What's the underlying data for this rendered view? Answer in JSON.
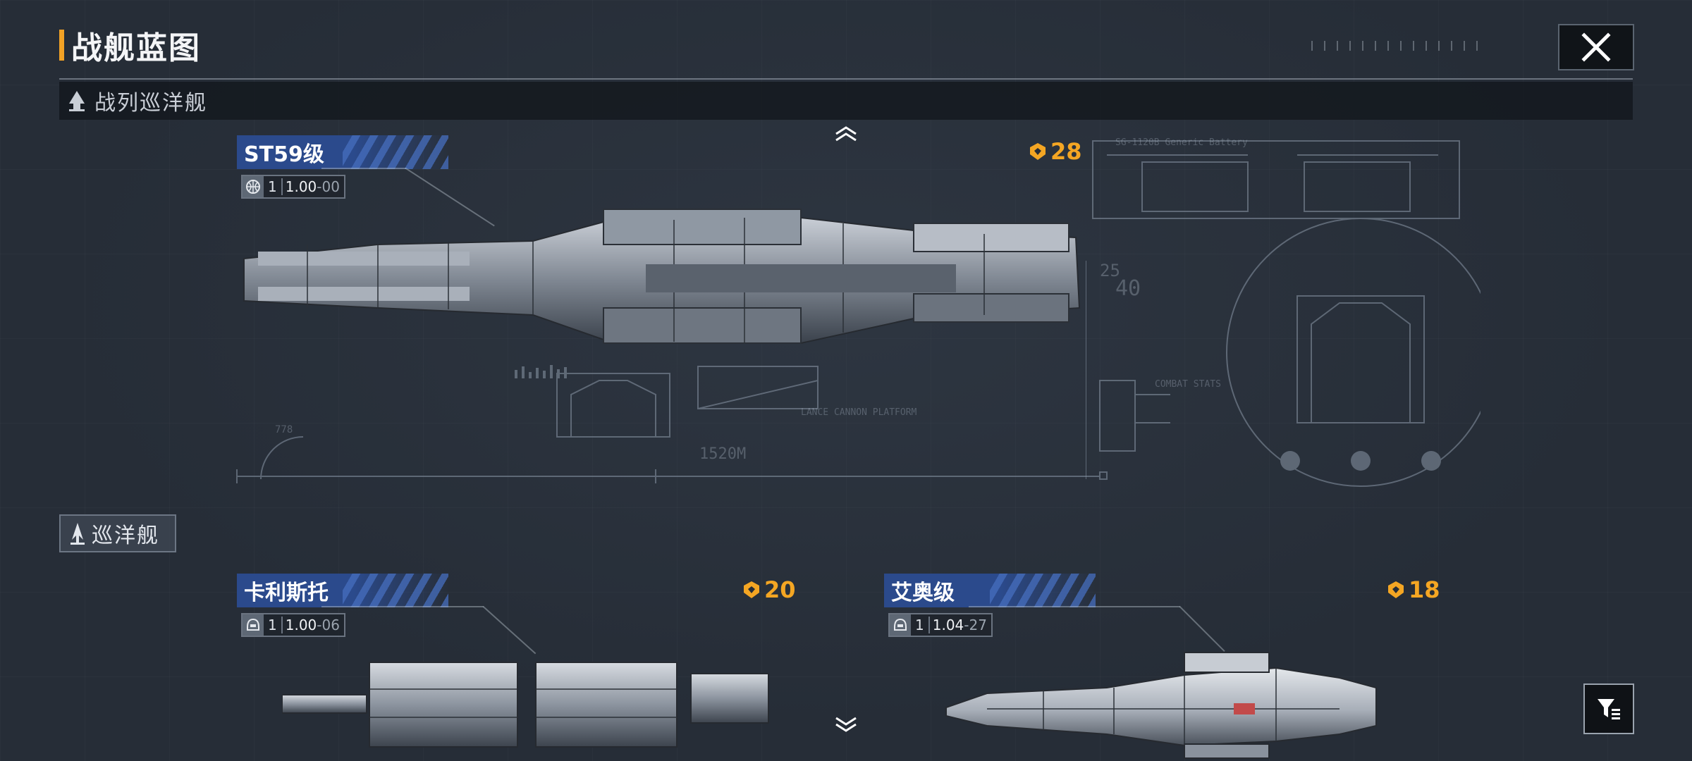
{
  "page": {
    "title": "战舰蓝图"
  },
  "sections": {
    "battlecruiser": {
      "label": "战列巡洋舰"
    },
    "cruiser": {
      "label": "巡洋舰"
    }
  },
  "ships": [
    {
      "name": "ST59级",
      "level": "1",
      "value_main": "1.00",
      "value_suffix": "-00",
      "points": "28"
    },
    {
      "name": "卡利斯托",
      "level": "1",
      "value_main": "1.00",
      "value_suffix": "-06",
      "points": "20"
    },
    {
      "name": "艾奥级",
      "level": "1",
      "value_main": "1.04",
      "value_suffix": "-27",
      "points": "18"
    }
  ],
  "blueprint": {
    "battery_label": "SG-1120B Generic Battery",
    "cannon_label": "LANCE CANNON PLATFORM",
    "length_label": "1520M",
    "combat_label": "COMBAT STATS",
    "num_40": "40",
    "num_25": "25",
    "num_778": "778"
  },
  "colors": {
    "accent": "#f2a225",
    "tag_blue": "#2b4a8c",
    "points": "#f4a623"
  },
  "icons": [
    "close-icon",
    "chevron-up-icon",
    "chevron-down-icon",
    "filter-icon",
    "battlecruiser-icon",
    "cruiser-icon",
    "globe-icon",
    "helmet-icon",
    "crest-icon"
  ]
}
